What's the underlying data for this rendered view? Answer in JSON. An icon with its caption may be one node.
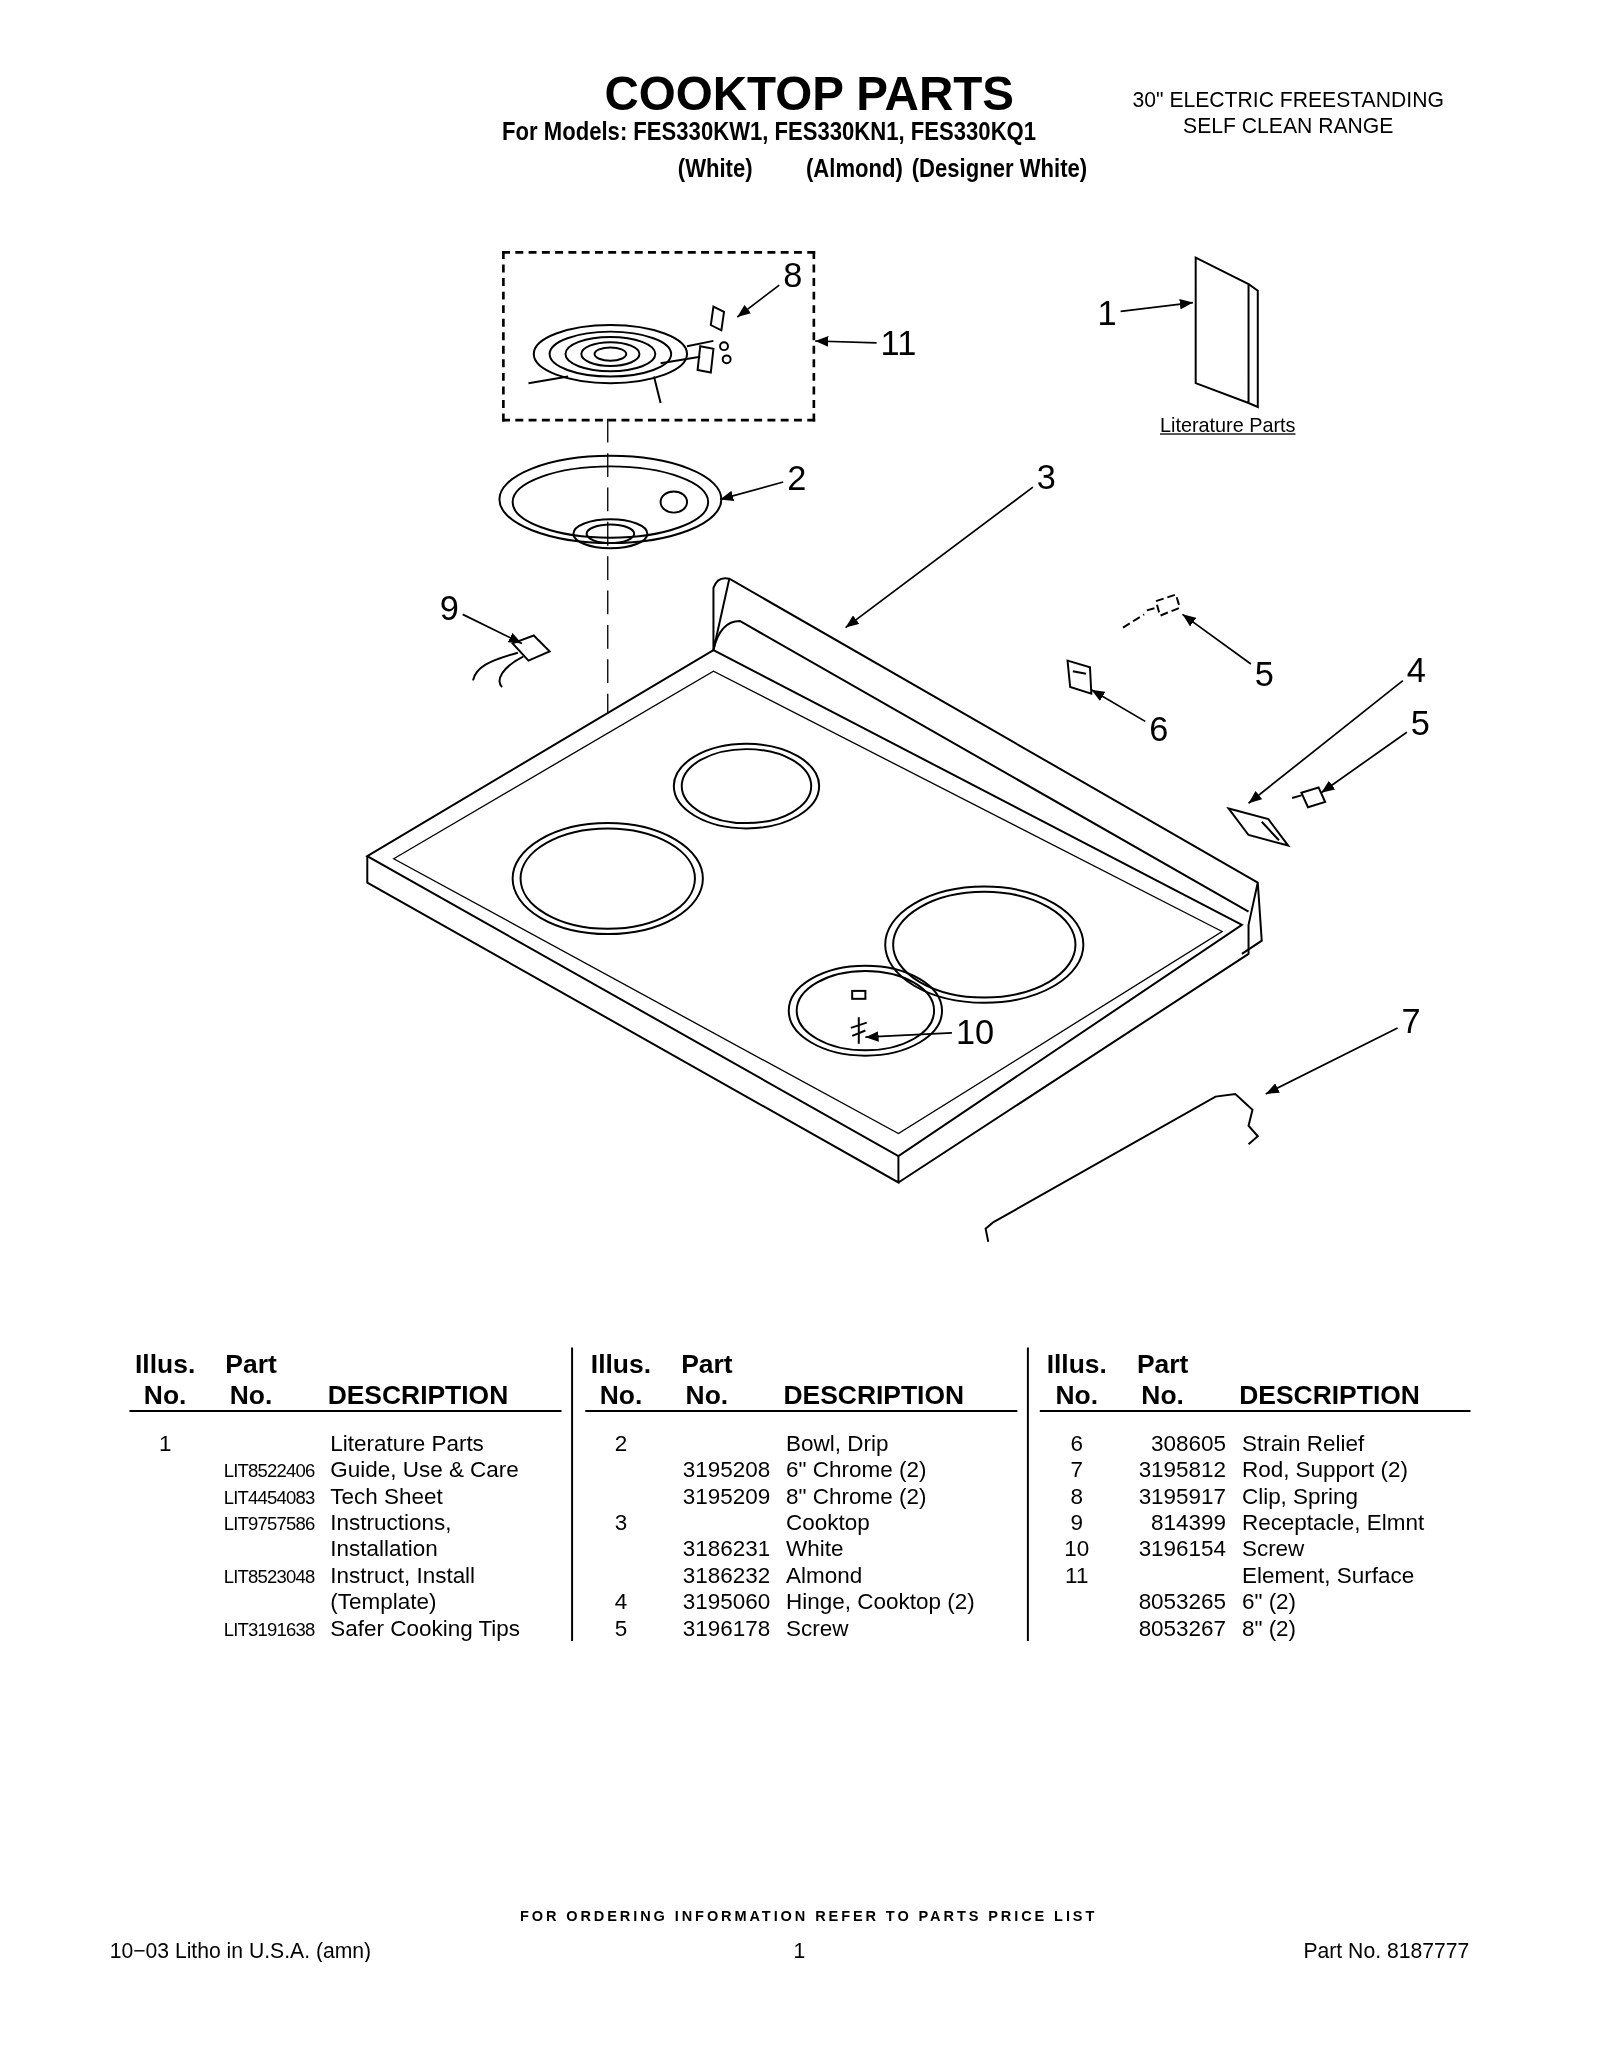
{
  "diagram": {
    "title": "COOKTOP PARTS",
    "nodes": [
      {
        "text": [],
        "shape": "box"
      },
      {
        "text": [
          "8"
        ],
        "in": 0
      },
      {
        "text": [
          "1"
        ]
      },
      {
        "text": [
          "11"
        ]
      },
      {
        "text": [
          "3"
        ]
      },
      {
        "text": [
          "2"
        ]
      },
      {
        "text": [
          "9"
        ]
      },
      {
        "text": [
          "4"
        ]
      },
      {
        "text": [
          "5"
        ]
      },
      {
        "text": [
          "5"
        ]
      },
      {
        "text": [
          "6"
        ]
      },
      {
        "text": [
          "7"
        ]
      },
      {
        "text": [
          "10"
        ]
      }
    ],
    "edges": [
      {
        "from": 1,
        "to": null,
        "arrow": "to"
      },
      {
        "from": 2,
        "to": null,
        "arrow": "to"
      },
      {
        "from": 3,
        "to": 0,
        "arrow": "to"
      },
      {
        "from": 4,
        "to": null,
        "arrow": "to"
      },
      {
        "from": 5,
        "to": null,
        "arrow": "to"
      },
      {
        "from": 6,
        "to": null,
        "arrow": "to"
      },
      {
        "from": 7,
        "to": null,
        "arrow": "to"
      },
      {
        "from": 8,
        "to": null,
        "arrow": "to"
      },
      {
        "from": 9,
        "to": null,
        "arrow": "to"
      },
      {
        "from": 10,
        "to": null,
        "arrow": "to"
      },
      {
        "from": 11,
        "to": null,
        "arrow": "to"
      },
      {
        "from": 12,
        "to": null,
        "arrow": "to"
      }
    ],
    "labels": [
      "For Models: FES330KW1, FES330KN1, FES330KQ1",
      "(White)",
      "(Almond)",
      "(Designer White)",
      "30\" ELECTRIC FREESTANDING SELF CLEAN RANGE",
      "Literature Parts",
      "Illus. No.",
      "Part No.",
      "DESCRIPTION",
      "Illus. No.",
      "Part No.",
      "DESCRIPTION",
      "Illus. No.",
      "Part No.",
      "DESCRIPTION",
      "1",
      "Literature Parts",
      "LIT8522406",
      "Guide, Use & Care",
      "LIT4454083",
      "Tech Sheet",
      "LIT9757586",
      "Instructions, Installation",
      "LIT8523048",
      "Instruct, Install (Template)",
      "LIT3191638",
      "Safer Cooking Tips",
      "2",
      "Bowl, Drip",
      "3195208",
      "6\" Chrome (2)",
      "3195209",
      "8\" Chrome (2)",
      "3",
      "Cooktop",
      "3186231",
      "White",
      "3186232",
      "Almond",
      "4",
      "3195060",
      "Hinge, Cooktop (2)",
      "5",
      "3196178",
      "Screw",
      "6",
      "308605",
      "Strain Relief",
      "7",
      "3195812",
      "Rod, Support (2)",
      "8",
      "3195917",
      "Clip, Spring",
      "9",
      "814399",
      "Receptacle, Elmnt",
      "10",
      "3196154",
      "Screw",
      "11",
      "Element, Surface",
      "8053265",
      "6\" (2)",
      "8053267",
      "8\" (2)",
      "FOR ORDERING INFORMATION REFER TO PARTS PRICE LIST",
      "10−03 Litho in U.S.A. (amn)",
      "1",
      "Part No. 8187777"
    ]
  }
}
